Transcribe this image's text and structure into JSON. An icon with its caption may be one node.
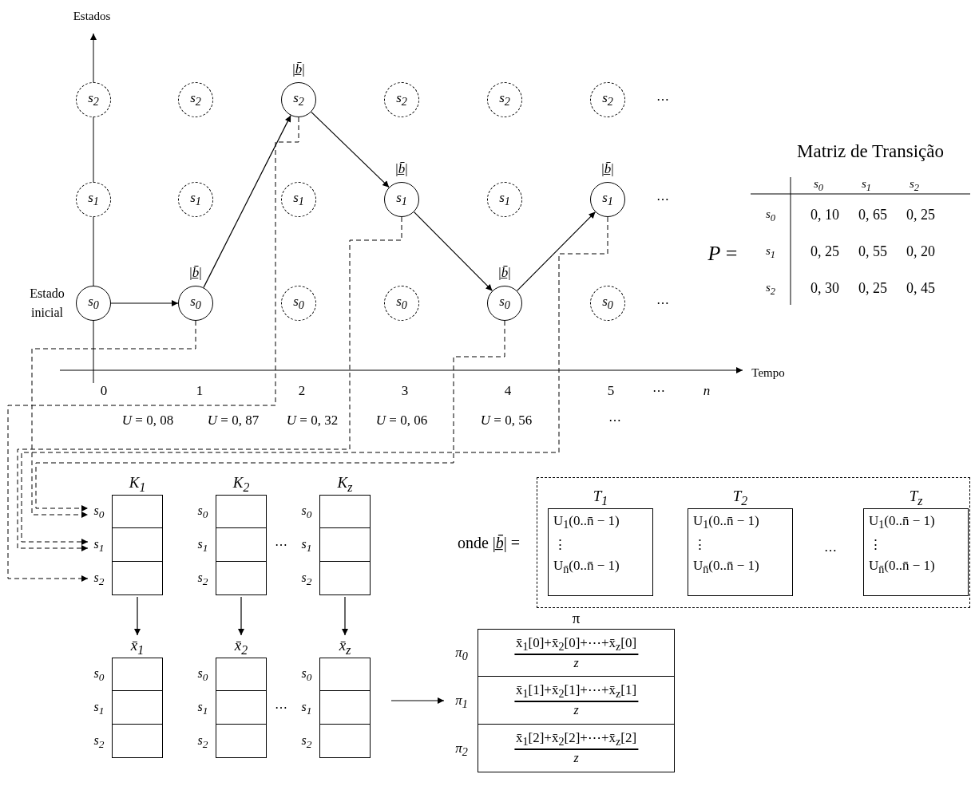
{
  "diagram": {
    "nodes": [
      {
        "text": [
          "s$_{2}$"
        ]
      },
      {
        "text": [
          "s$_{2}$"
        ]
      },
      {
        "text": [
          "s$_{2}$"
        ],
        "beside": [
          "|*b̲̄*|"
        ]
      },
      {
        "text": [
          "s$_{2}$"
        ]
      },
      {
        "text": [
          "s$_{2}$"
        ]
      },
      {
        "text": [
          "s$_{2}$"
        ]
      },
      {
        "text": [
          "s$_{1}$"
        ]
      },
      {
        "text": [
          "s$_{1}$"
        ]
      },
      {
        "text": [
          "s$_{1}$"
        ]
      },
      {
        "text": [
          "s$_{1}$"
        ],
        "beside": [
          "|*b̲̄*|"
        ]
      },
      {
        "text": [
          "s$_{1}$"
        ]
      },
      {
        "text": [
          "s$_{1}$"
        ],
        "beside": [
          "|*b̲̄*|"
        ]
      },
      {
        "text": [
          "s$_{0}$"
        ],
        "beside": [
          "Estado inicial"
        ]
      },
      {
        "text": [
          "s$_{0}$"
        ],
        "beside": [
          "|*b̲̄*|"
        ]
      },
      {
        "text": [
          "s$_{0}$"
        ]
      },
      {
        "text": [
          "s$_{0}$"
        ]
      },
      {
        "text": [
          "s$_{0}$"
        ],
        "beside": [
          "|*b̲̄*|"
        ]
      },
      {
        "text": [
          "s$_{0}$"
        ]
      },
      {
        "text": [
          "K$_{1}$"
        ]
      },
      {
        "text": [
          "s$_{0}$"
        ],
        "in": 18
      },
      {
        "text": [
          "s$_{1}$"
        ],
        "in": 18
      },
      {
        "text": [
          "s$_{2}$"
        ],
        "in": 18
      },
      {
        "text": [
          "K$_{2}$"
        ]
      },
      {
        "text": [
          "s$_{0}$"
        ],
        "in": 22
      },
      {
        "text": [
          "s$_{1}$"
        ],
        "in": 22
      },
      {
        "text": [
          "s$_{2}$"
        ],
        "in": 22
      },
      {
        "text": [
          "K$_{z}$"
        ]
      },
      {
        "text": [
          "s$_{0}$"
        ],
        "in": 26
      },
      {
        "text": [
          "s$_{1}$"
        ],
        "in": 26
      },
      {
        "text": [
          "s$_{2}$"
        ],
        "in": 26
      },
      {
        "text": [
          "x̄$_{1}$"
        ]
      },
      {
        "text": [
          "s$_{0}$"
        ],
        "in": 30
      },
      {
        "text": [
          "s$_{1}$"
        ],
        "in": 30
      },
      {
        "text": [
          "s$_{2}$"
        ],
        "in": 30
      },
      {
        "text": [
          "x̄$_{2}$"
        ]
      },
      {
        "text": [
          "s$_{0}$"
        ],
        "in": 34
      },
      {
        "text": [
          "s$_{1}$"
        ],
        "in": 34
      },
      {
        "text": [
          "s$_{2}$"
        ],
        "in": 34
      },
      {
        "text": [
          "x̄$_{z}$"
        ]
      },
      {
        "text": [
          "s$_{0}$"
        ],
        "in": 38
      },
      {
        "text": [
          "s$_{1}$"
        ],
        "in": 38
      },
      {
        "text": [
          "s$_{2}$"
        ],
        "in": 38
      },
      {
        "text": [],
        "shape": "box"
      },
      {
        "text": [
          "T$_{1}$",
          "U$_{1}$(0..n̄ − 1)",
          "⋮",
          "U$_{n̄}$(0..n̄ − 1)"
        ],
        "in": 42
      },
      {
        "text": [
          "T$_{2}$",
          "U$_{1}$(0..n̄ − 1)",
          "⋮",
          "U$_{n̄}$(0..n̄ − 1)"
        ],
        "in": 42
      },
      {
        "text": [
          "T$_{z}$",
          "U$_{1}$(0..n̄ − 1)",
          "⋮",
          "U$_{n̄}$(0..n̄ − 1)"
        ],
        "in": 42
      },
      {
        "text": [
          "π"
        ]
      },
      {
        "text": [
          "π$_{0}$",
          "x̄$_{1}$[0]+x̄$_{2}$[0]+⋯+x̄$_{z}$[0]",
          "z"
        ],
        "in": 46
      },
      {
        "text": [
          "π$_{1}$",
          "x̄$_{1}$[1]+x̄$_{2}$[1]+⋯+x̄$_{z}$[1]",
          "z"
        ],
        "in": 46
      },
      {
        "text": [
          "π$_{2}$",
          "x̄$_{1}$[2]+x̄$_{2}$[2]+⋯+x̄$_{z}$[2]",
          "z"
        ],
        "in": 46
      }
    ],
    "edges": [
      {
        "from": 12,
        "to": 13,
        "arrow": "to"
      },
      {
        "from": 13,
        "to": 2,
        "arrow": "to"
      },
      {
        "from": 2,
        "to": 9,
        "arrow": "to"
      },
      {
        "from": 9,
        "to": 16,
        "arrow": "to"
      },
      {
        "from": 16,
        "to": 11,
        "arrow": "to"
      },
      {
        "from": 13,
        "to": 19,
        "arrow": "to",
        "style": "dashed"
      },
      {
        "from": 2,
        "to": 21,
        "arrow": "to",
        "style": "dashed"
      },
      {
        "from": 9,
        "to": 20,
        "arrow": "to",
        "style": "dashed"
      },
      {
        "from": 16,
        "to": 19,
        "arrow": "to",
        "style": "dashed"
      },
      {
        "from": 11,
        "to": 20,
        "arrow": "to",
        "style": "dashed"
      },
      {
        "from": 18,
        "to": 30,
        "arrow": "to"
      },
      {
        "from": 22,
        "to": 34,
        "arrow": "to"
      },
      {
        "from": 26,
        "to": 38,
        "arrow": "to"
      },
      {
        "from": 38,
        "to": 46,
        "arrow": "to"
      }
    ],
    "labels": [
      "Estados",
      "⋯",
      "⋯",
      "⋯",
      "Matriz de Transição",
      "*P* =",
      "s$_{0}$",
      "s$_{1}$",
      "s$_{2}$",
      "s$_{0}$",
      "0, 10",
      "0, 65",
      "0, 25",
      "s$_{1}$",
      "0, 25",
      "0, 55",
      "0, 20",
      "s$_{2}$",
      "0, 30",
      "0, 25",
      "0, 45",
      "Tempo",
      "0",
      "1",
      "2",
      "3",
      "4",
      "5",
      "⋯",
      "n",
      "*U* = 0, 08",
      "*U* = 0, 87",
      "*U* = 0, 32",
      "*U* = 0, 06",
      "*U* = 0, 56",
      "⋯",
      "⋯",
      "onde |*b̲̄*| =",
      "⋯",
      "⋯"
    ]
  }
}
